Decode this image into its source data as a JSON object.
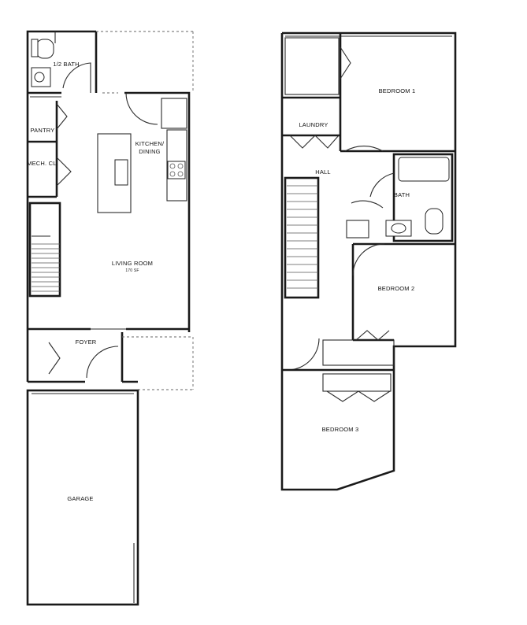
{
  "first_floor": {
    "half_bath": "1/2 BATH",
    "pantry": "PANTRY",
    "mech_closet": "MECH. CL.",
    "kitchen_dining": [
      "KITCHEN/",
      "DINING"
    ],
    "living_room": "LIVING ROOM",
    "living_room_area": "170 SF",
    "foyer": "FOYER",
    "garage": "GARAGE"
  },
  "second_floor": {
    "laundry": "LAUNDRY",
    "bedroom_1": "BEDROOM 1",
    "hall": "HALL",
    "bath": "BATH",
    "bedroom_2": "BEDROOM 2",
    "bedroom_3": "BEDROOM 3"
  }
}
